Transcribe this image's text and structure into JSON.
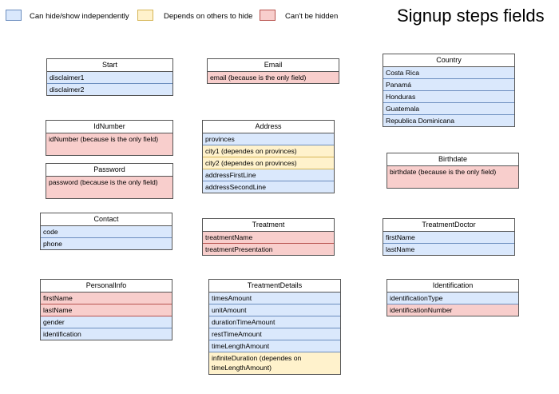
{
  "colors": {
    "blue": "#dae8fc",
    "yellow": "#fff2cc",
    "red": "#f8cecc"
  },
  "legend": [
    {
      "color": "blue",
      "label": "Can hide/show independently"
    },
    {
      "color": "yellow",
      "label": "Depends on others to hide"
    },
    {
      "color": "red",
      "label": "Can't be hidden"
    }
  ],
  "title": "Signup steps fields",
  "boxes": {
    "start": {
      "name": "Start",
      "fields": [
        {
          "label": "disclaimer1",
          "type": "blue"
        },
        {
          "label": "disclaimer2",
          "type": "blue"
        }
      ]
    },
    "email": {
      "name": "Email",
      "fields": [
        {
          "label": "email (because is the only field)",
          "type": "red"
        }
      ]
    },
    "country": {
      "name": "Country",
      "fields": [
        {
          "label": "Costa Rica",
          "type": "blue"
        },
        {
          "label": "Panamá",
          "type": "blue"
        },
        {
          "label": "Honduras",
          "type": "blue"
        },
        {
          "label": "Guatemala",
          "type": "blue"
        },
        {
          "label": "Republica Dominicana",
          "type": "blue"
        }
      ]
    },
    "idnumber": {
      "name": "IdNumber",
      "fields": [
        {
          "label": "idNumber (because is the only field)",
          "type": "red"
        }
      ]
    },
    "address": {
      "name": "Address",
      "fields": [
        {
          "label": "provinces",
          "type": "blue"
        },
        {
          "label": "city1 (dependes on provinces)",
          "type": "yellow"
        },
        {
          "label": "city2 (dependes on provinces)",
          "type": "yellow"
        },
        {
          "label": "addressFirstLine",
          "type": "blue"
        },
        {
          "label": "addressSecondLine",
          "type": "blue"
        }
      ]
    },
    "birthdate": {
      "name": "Birthdate",
      "fields": [
        {
          "label": "birthdate (because is the only field)",
          "type": "red"
        }
      ]
    },
    "password": {
      "name": "Password",
      "fields": [
        {
          "label": "password (because is the only field)",
          "type": "red"
        }
      ]
    },
    "contact": {
      "name": "Contact",
      "fields": [
        {
          "label": "code",
          "type": "blue"
        },
        {
          "label": "phone",
          "type": "blue"
        }
      ]
    },
    "treatment": {
      "name": "Treatment",
      "fields": [
        {
          "label": "treatmentName",
          "type": "red"
        },
        {
          "label": "treatmentPresentation",
          "type": "red"
        }
      ]
    },
    "treatmentdoctor": {
      "name": "TreatmentDoctor",
      "fields": [
        {
          "label": "firstName",
          "type": "blue"
        },
        {
          "label": "lastName",
          "type": "blue"
        }
      ]
    },
    "personalinfo": {
      "name": "PersonalInfo",
      "fields": [
        {
          "label": "firstName",
          "type": "red"
        },
        {
          "label": "lastName",
          "type": "red"
        },
        {
          "label": "gender",
          "type": "blue"
        },
        {
          "label": "identification",
          "type": "blue"
        }
      ]
    },
    "treatmentdetails": {
      "name": "TreatmentDetails",
      "fields": [
        {
          "label": "timesAmount",
          "type": "blue"
        },
        {
          "label": "unitAmount",
          "type": "blue"
        },
        {
          "label": "durationTimeAmount",
          "type": "blue"
        },
        {
          "label": "restTimeAmount",
          "type": "blue"
        },
        {
          "label": "timeLengthAmount",
          "type": "blue"
        },
        {
          "label": "infiniteDuration (dependes on timeLengthAmount)",
          "type": "yellow"
        }
      ]
    },
    "identification": {
      "name": "Identification",
      "fields": [
        {
          "label": "identificationType",
          "type": "blue"
        },
        {
          "label": "identificationNumber",
          "type": "red"
        }
      ]
    }
  }
}
